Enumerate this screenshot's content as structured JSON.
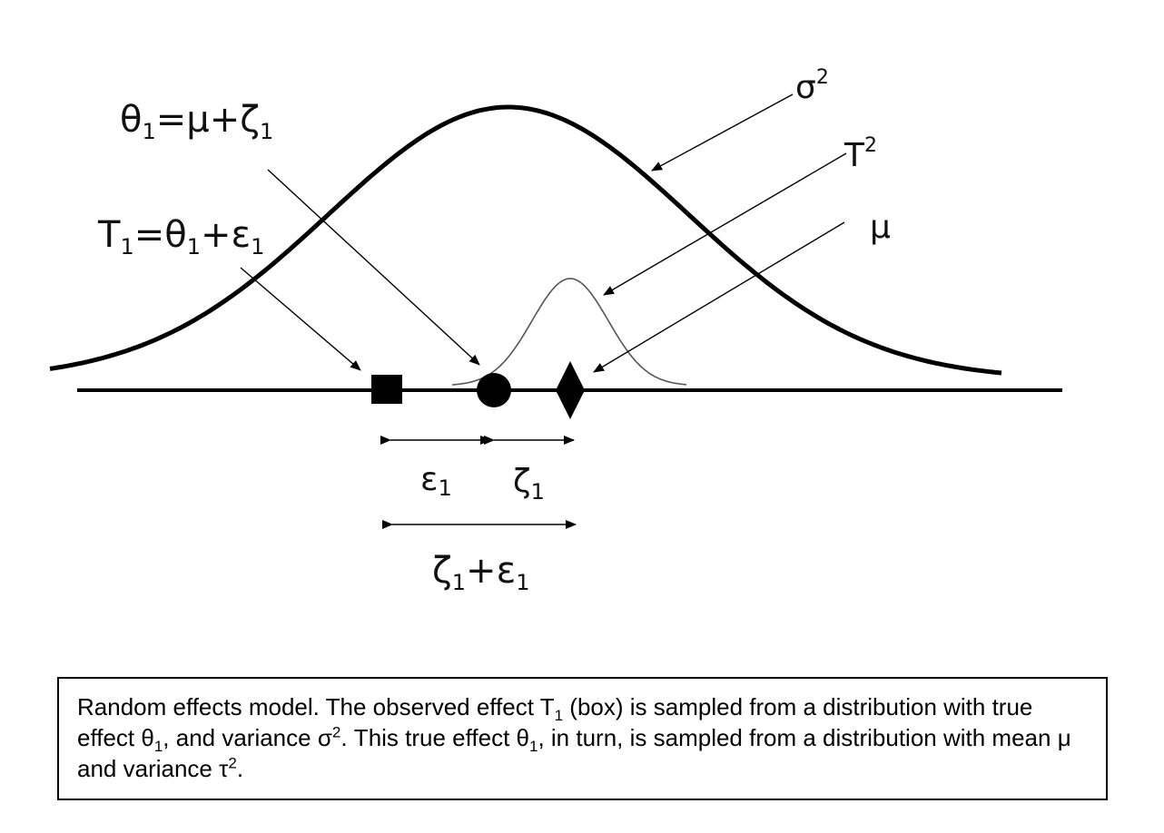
{
  "labels": {
    "theta_equation": {
      "lhs": "θ",
      "lhs_sub": "1",
      "mid": "=μ+ζ",
      "mid_sub": "1"
    },
    "t_equation": {
      "lhs": "T",
      "lhs_sub": "1",
      "mid": "=θ",
      "mid_sub": "1",
      "plus": "+ε",
      "plus_sub": "1"
    },
    "sigma_sq": {
      "base": "σ",
      "sup": "2"
    },
    "tau_sq": {
      "base": "T",
      "sup": "2"
    },
    "mu": "μ",
    "epsilon": {
      "base": "ε",
      "sub": "1"
    },
    "zeta": {
      "base": "ζ",
      "sub": "1"
    },
    "zeta_plus_epsilon": {
      "a": "ζ",
      "a_sub": "1",
      "plus": "+ε",
      "b_sub": "1"
    }
  },
  "caption": {
    "p1": "Random effects model. The observed effect T",
    "s1": "1",
    "p2": " (box) is sampled from a distribution with true effect θ",
    "s2": "1",
    "p3": ", and variance σ",
    "s3": "2",
    "p4": ". This true effect θ",
    "s4": "1",
    "p5": ", in turn, is sampled from a distribution with mean μ and variance τ",
    "s5": "2",
    "p6": "."
  }
}
